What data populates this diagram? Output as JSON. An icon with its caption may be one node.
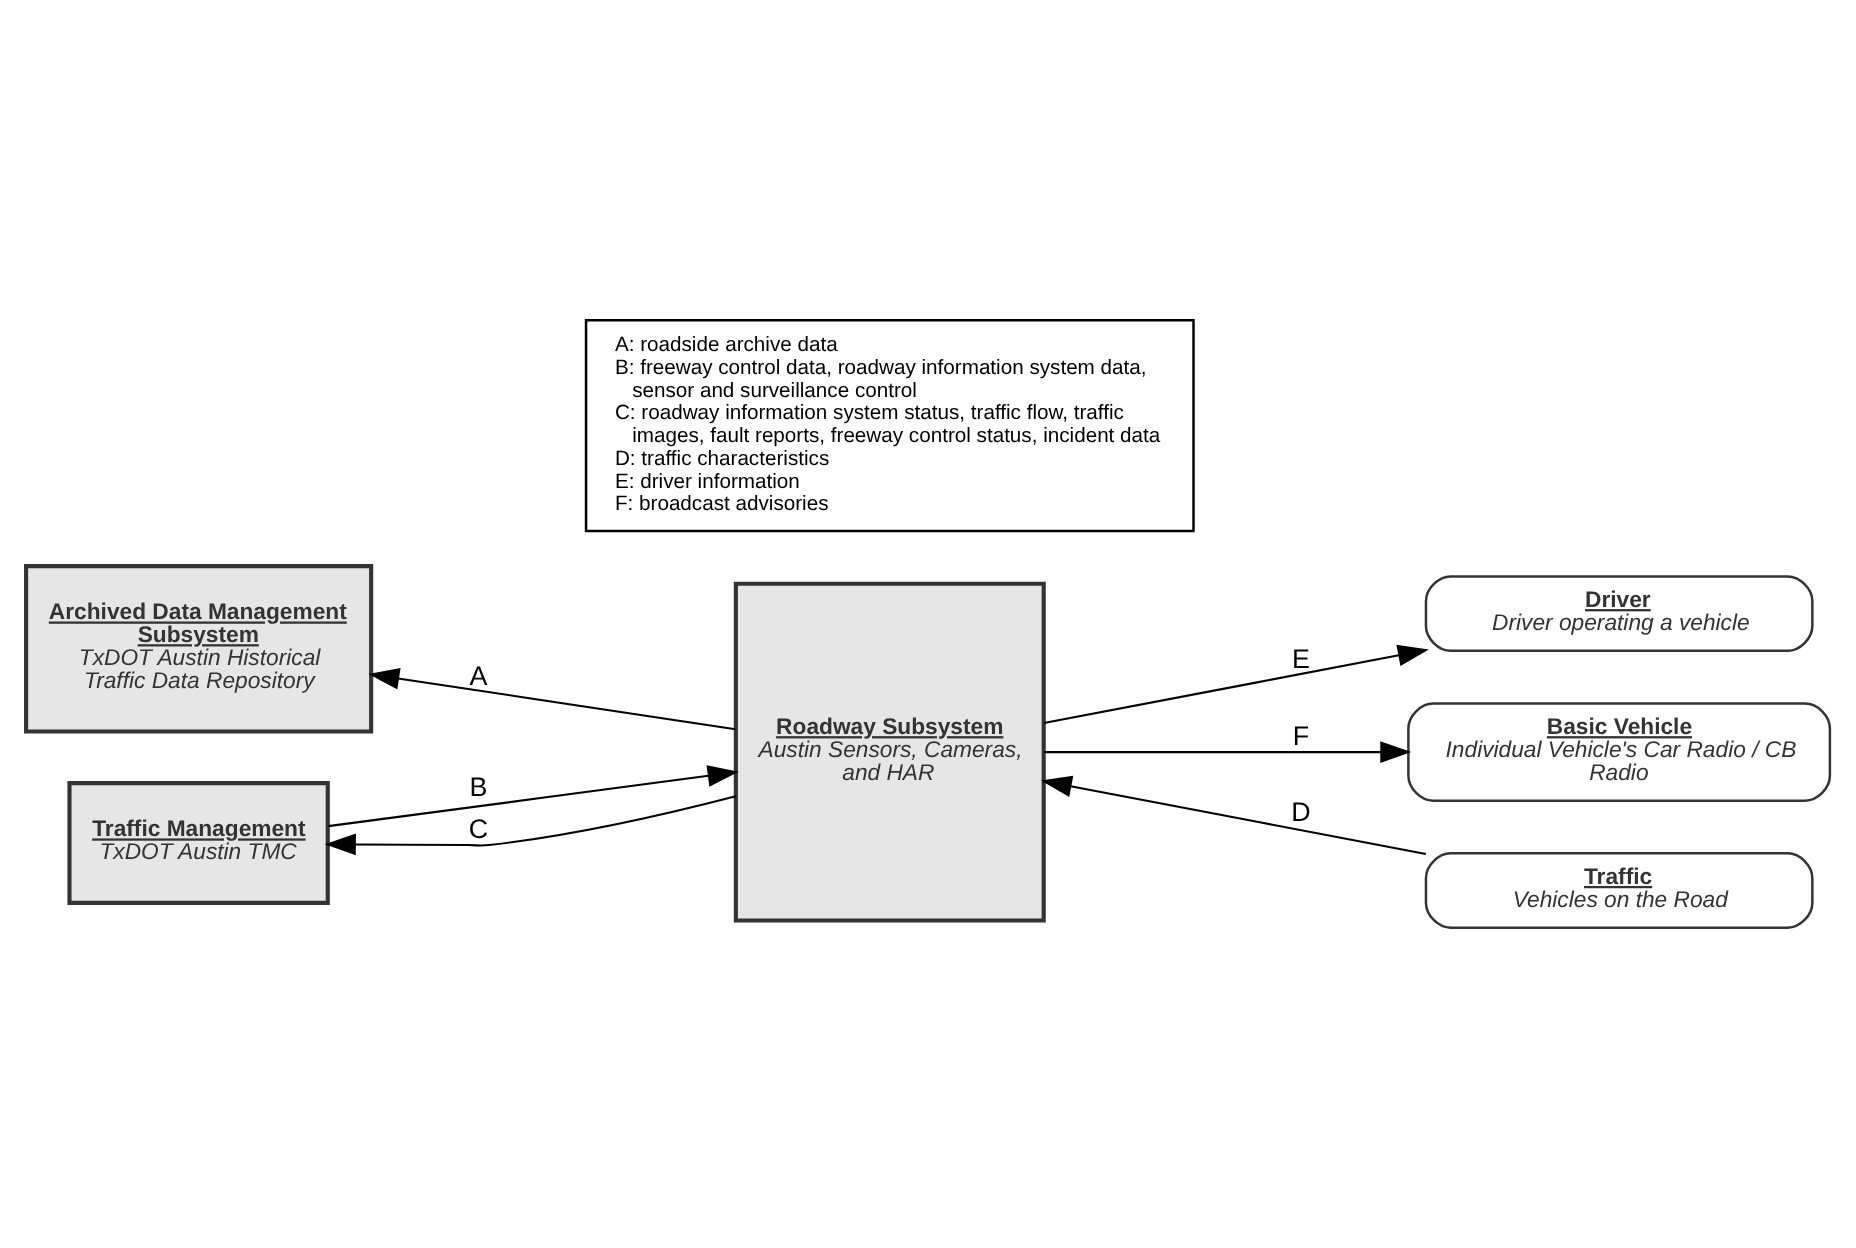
{
  "diagram": {
    "nodes": [
      {
        "text": [
          "Archived Data Management Subsystem",
          "TxDOT Austin Historical Traffic Data Repository"
        ]
      },
      {
        "text": [
          "Traffic Management",
          "TxDOT Austin TMC"
        ]
      },
      {
        "text": [
          "Roadway Subsystem",
          "Austin Sensors, Cameras, and HAR"
        ]
      },
      {
        "text": [
          "Traffic",
          "Vehicles on the Road"
        ]
      },
      {
        "text": [
          "Driver",
          "Driver operating a vehicle"
        ]
      },
      {
        "text": [
          "Basic Vehicle",
          "Individual Vehicle's Car Radio / CB Radio"
        ]
      },
      {
        "text": [
          "A: roadside archive data",
          "B: freeway control data, roadway information system data, sensor and surveillance control",
          "C: roadway information system status, traffic flow, traffic images, fault reports, freeway control status, incident data",
          "D: traffic characteristics",
          "E: driver information",
          "F: broadcast advisories"
        ]
      }
    ],
    "edges": [
      {
        "from": 2,
        "to": 0,
        "arrow": "to",
        "label": "A"
      },
      {
        "from": 1,
        "to": 2,
        "arrow": "to",
        "label": "B"
      },
      {
        "from": 2,
        "to": 1,
        "arrow": "to",
        "label": "C"
      },
      {
        "from": 3,
        "to": 2,
        "arrow": "to",
        "label": "D"
      },
      {
        "from": 2,
        "to": 4,
        "arrow": "to",
        "label": "E"
      },
      {
        "from": 2,
        "to": 5,
        "arrow": "to",
        "label": "F"
      }
    ]
  }
}
